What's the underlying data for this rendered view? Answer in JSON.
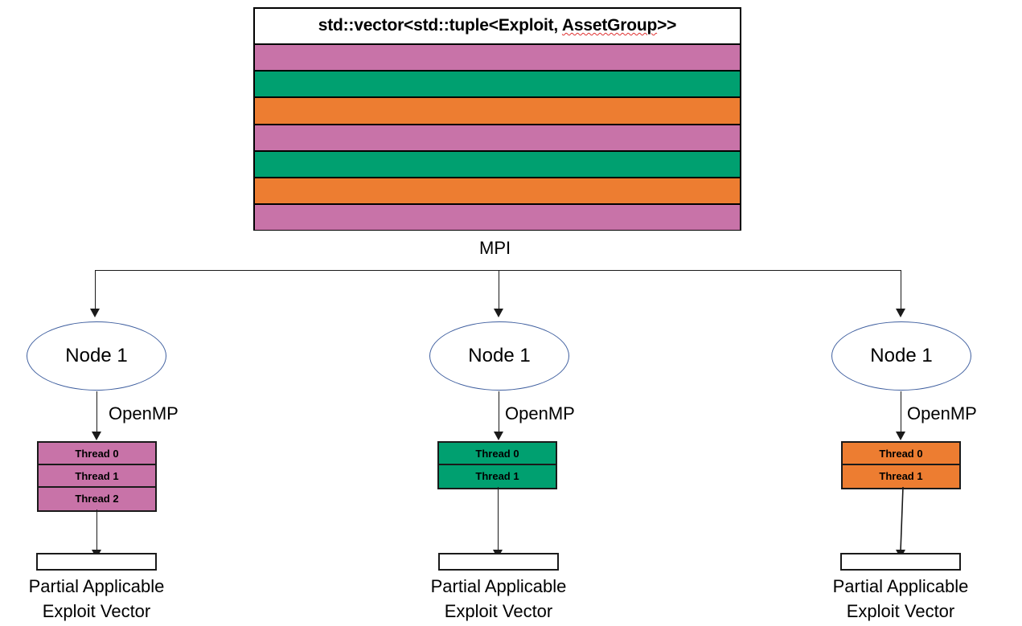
{
  "diagram": {
    "title_prefix": "std::vector<std::tuple<Exploit, ",
    "title_spell": "AssetGroup",
    "title_suffix": ">>",
    "title_full": "std::vector<std::tuple<Exploit, AssetGroup>>",
    "colors": {
      "pink": "#C873A8",
      "green": "#00A070",
      "orange": "#ED7D31",
      "line": "#1a1a1a",
      "ellipse_border": "#3f5f9f",
      "spell_underline": "#e03030",
      "background": "#ffffff"
    },
    "vector_stripes": [
      {
        "color_name": "pink"
      },
      {
        "color_name": "green"
      },
      {
        "color_name": "orange"
      },
      {
        "color_name": "pink"
      },
      {
        "color_name": "green"
      },
      {
        "color_name": "orange"
      },
      {
        "color_name": "pink"
      }
    ],
    "mpi_label": "MPI",
    "branches": [
      {
        "node_label": "Node 1",
        "openmp_label": "OpenMP",
        "thread_color": "#C873A8",
        "threads": [
          "Thread 0",
          "Thread 1",
          "Thread 2"
        ],
        "output_caption_line1": "Partial Applicable",
        "output_caption_line2": "Exploit Vector"
      },
      {
        "node_label": "Node 1",
        "openmp_label": "OpenMP",
        "thread_color": "#00A070",
        "threads": [
          "Thread 0",
          "Thread 1"
        ],
        "output_caption_line1": "Partial Applicable",
        "output_caption_line2": "Exploit Vector"
      },
      {
        "node_label": "Node 1",
        "openmp_label": "OpenMP",
        "thread_color": "#ED7D31",
        "threads": [
          "Thread 0",
          "Thread 1"
        ],
        "output_caption_line1": "Partial Applicable",
        "output_caption_line2": "Exploit Vector"
      }
    ]
  }
}
